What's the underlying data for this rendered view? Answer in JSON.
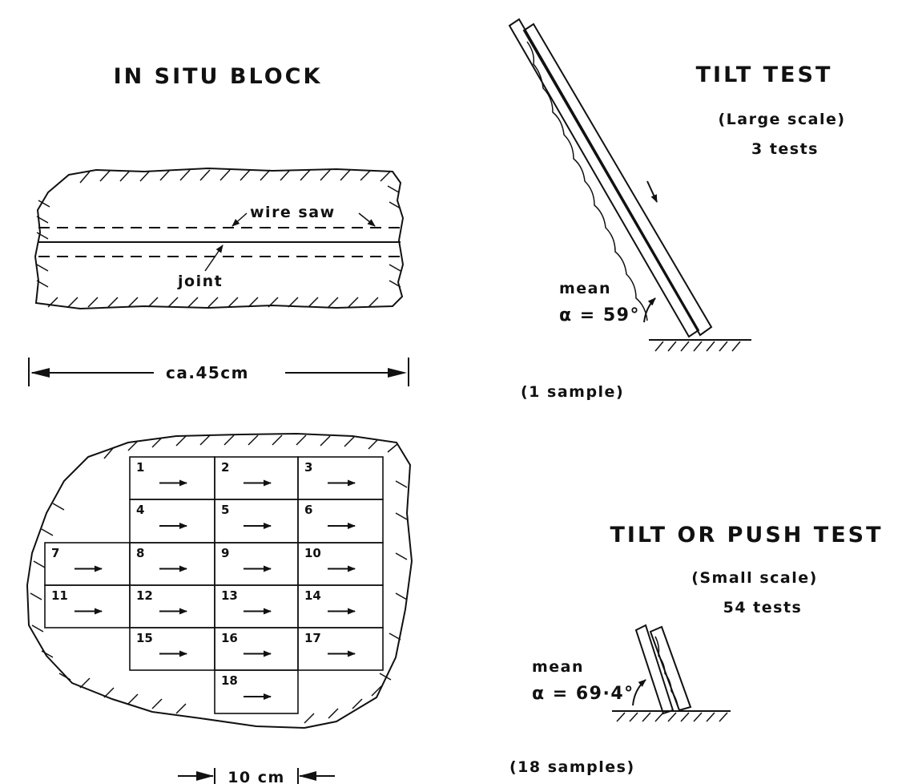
{
  "in_situ": {
    "title": "IN SITU BLOCK",
    "wire_saw_label": "wire saw",
    "joint_label": "joint",
    "dimension_label": "ca.45cm",
    "grid_cells": [
      "1",
      "2",
      "3",
      "4",
      "5",
      "6",
      "7",
      "8",
      "9",
      "10",
      "11",
      "12",
      "13",
      "14",
      "15",
      "16",
      "17",
      "18"
    ],
    "cell_dimension_label": "10 cm"
  },
  "tilt_test": {
    "title": "TILT TEST",
    "scale_label": "(Large scale)",
    "count_label": "3 tests",
    "mean_label": "mean",
    "alpha_label": "α = 59°",
    "samples_label": "(1 sample)"
  },
  "tilt_push_test": {
    "title": "TILT OR PUSH TEST",
    "scale_label": "(Small scale)",
    "count_label": "54 tests",
    "mean_label": "mean",
    "alpha_label": "α = 69·4°",
    "samples_label": "(18 samples)"
  }
}
